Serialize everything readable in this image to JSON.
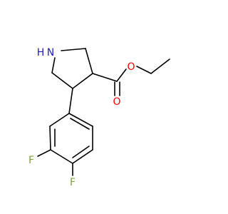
{
  "molecule": {
    "atoms": {
      "ring_nitrogen": {
        "symbol": "N",
        "hydrogen": "H"
      },
      "carbonyl_oxygen": {
        "symbol": "O"
      },
      "ester_oxygen": {
        "symbol": "O"
      },
      "fluorine_3": {
        "symbol": "F"
      },
      "fluorine_4": {
        "symbol": "F"
      }
    }
  },
  "colors": {
    "bond": "#000000",
    "nitrogen": "#2020c0",
    "oxygen": "#ff0000",
    "fluorine": "#7aa33a"
  }
}
